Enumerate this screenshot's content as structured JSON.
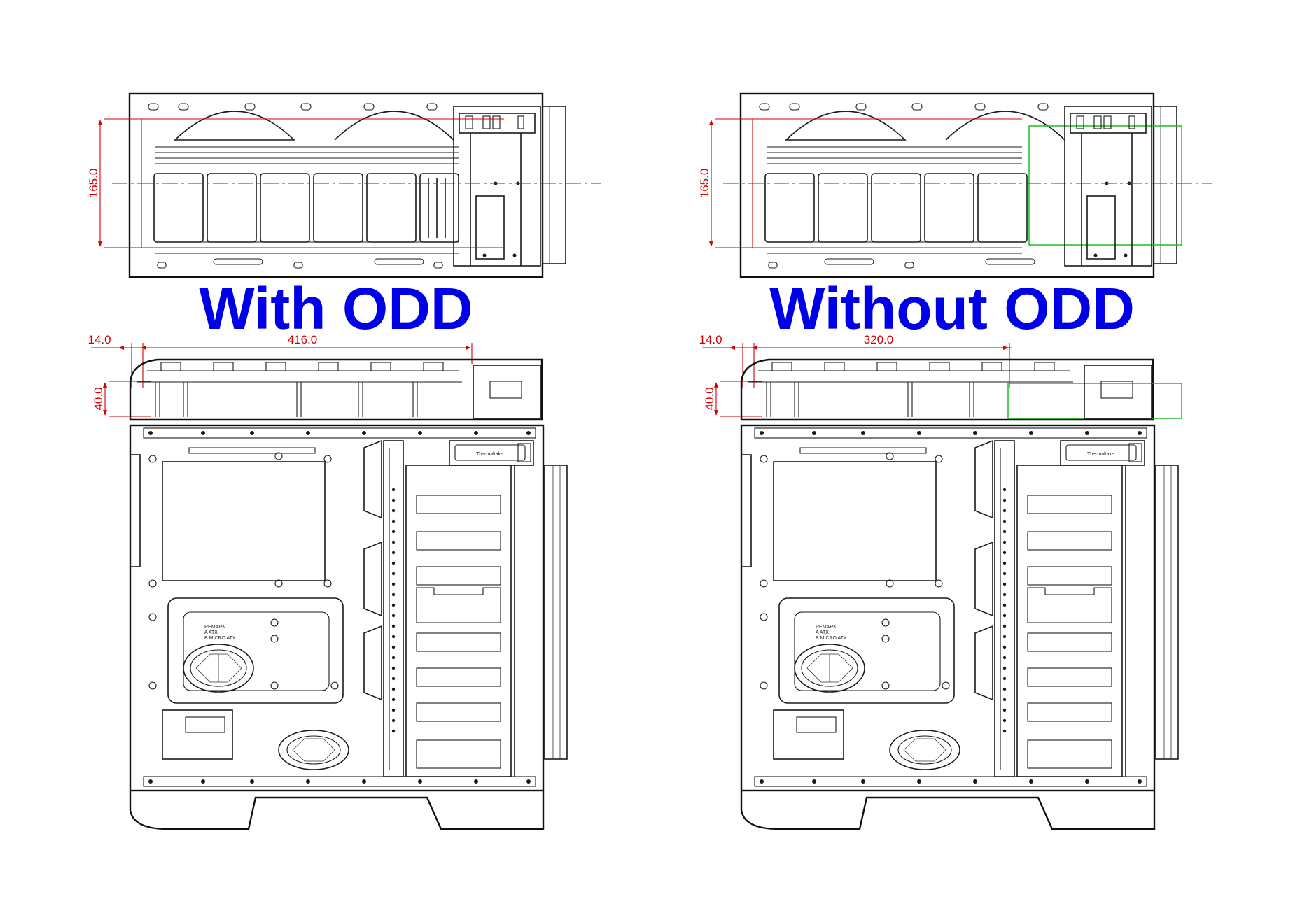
{
  "panels": [
    {
      "id": "with-odd",
      "caption": "With ODD",
      "top_view_height_dimension": "165.0",
      "side_view_offset_dimension": "14.0",
      "side_view_length_dimension": "416.0",
      "side_view_height_dimension": "40.0",
      "odd_removed": false
    },
    {
      "id": "without-odd",
      "caption": "Without ODD",
      "top_view_height_dimension": "165.0",
      "side_view_offset_dimension": "14.0",
      "side_view_length_dimension": "320.0",
      "side_view_height_dimension": "40.0",
      "odd_removed": true
    }
  ],
  "colors": {
    "caption": "#0000e6",
    "dimension": "#d40000",
    "highlight": "#22bb22",
    "line": "#1a1a1a"
  }
}
